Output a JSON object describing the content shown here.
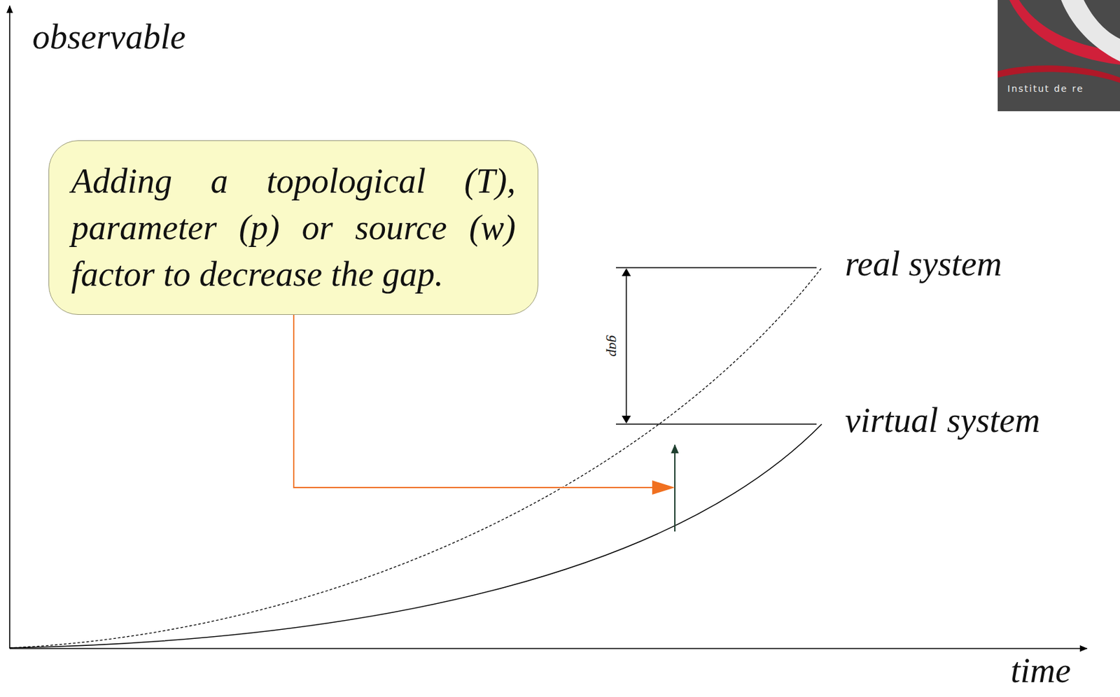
{
  "diagram": {
    "nodes": [
      {
        "text": [
          "Adding a topological (T), parameter (p) or source (w) factor to decrease the gap."
        ]
      }
    ],
    "labels": [
      "observable",
      "real system",
      "virtual system",
      "gap",
      "time",
      "Institut de re"
    ]
  }
}
